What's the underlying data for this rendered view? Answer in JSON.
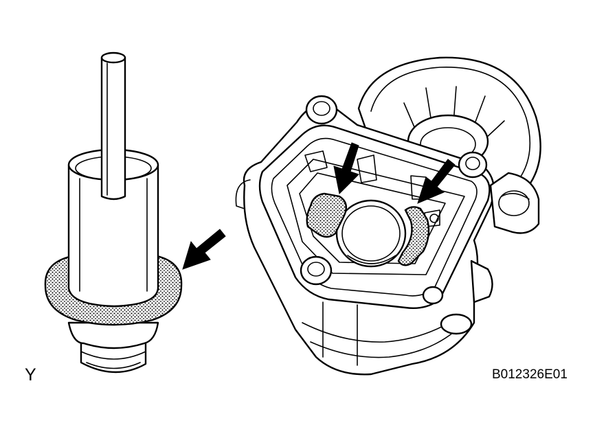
{
  "labels": {
    "view_letter": "Y",
    "figure_code": "B012326E01"
  },
  "colors": {
    "line": "#000000",
    "background": "#ffffff"
  },
  "icons": {
    "hatch": "dotted-gasket-hatch",
    "arrow": "solid-pointer-arrow"
  }
}
